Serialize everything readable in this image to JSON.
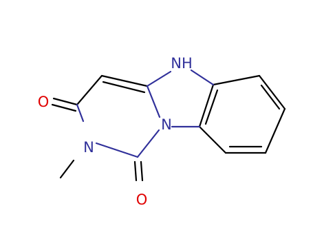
{
  "molecule": {
    "atoms": {
      "nh": {
        "element": "N",
        "hydrogen": "H"
      },
      "n_bridge": {
        "element": "N"
      },
      "n_methyl": {
        "element": "N"
      },
      "o_upper": {
        "element": "O"
      },
      "o_lower": {
        "element": "O"
      }
    }
  },
  "colors": {
    "carbon_bond": "#000000",
    "nitrogen": "#30309a",
    "oxygen": "#e00000"
  }
}
